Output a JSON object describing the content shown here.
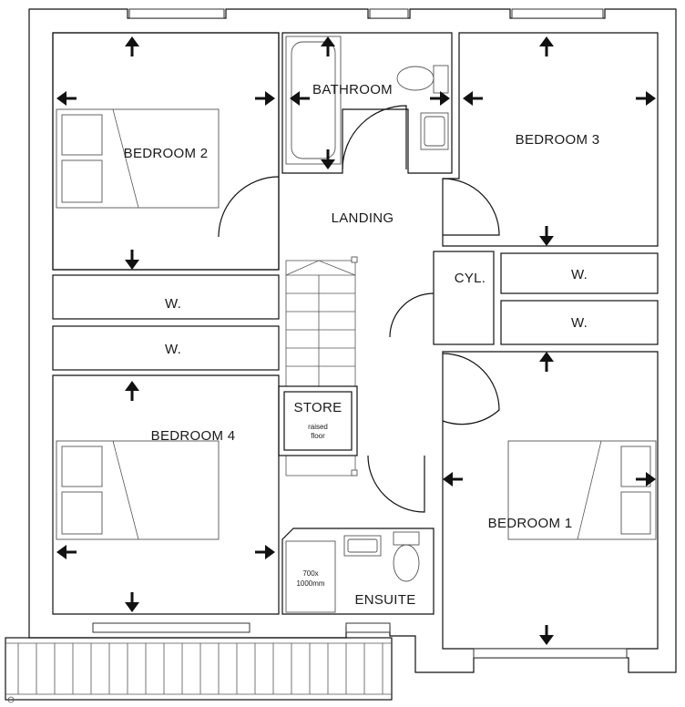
{
  "rooms": {
    "bathroom": "BATHROOM",
    "bedroom1": "BEDROOM 1",
    "bedroom2": "BEDROOM 2",
    "bedroom3": "BEDROOM 3",
    "bedroom4": "BEDROOM 4",
    "landing": "LANDING",
    "ensuite": "ENSUITE",
    "store": "STORE",
    "store_note_line1": "raised",
    "store_note_line2": "floor",
    "cylinder": "CYL.",
    "wardrobe": "W."
  },
  "shower": {
    "size_line1": "700x",
    "size_line2": "1000mm"
  },
  "icons": [
    "dimension-arrow-icon",
    "door-swing-icon",
    "window-icon",
    "bed-icon",
    "wc-icon",
    "basin-icon",
    "bath-icon",
    "shower-tray-icon",
    "stair-icon"
  ],
  "colors": {
    "wall": "#111111",
    "background": "#ffffff",
    "fixture": "#555555"
  }
}
